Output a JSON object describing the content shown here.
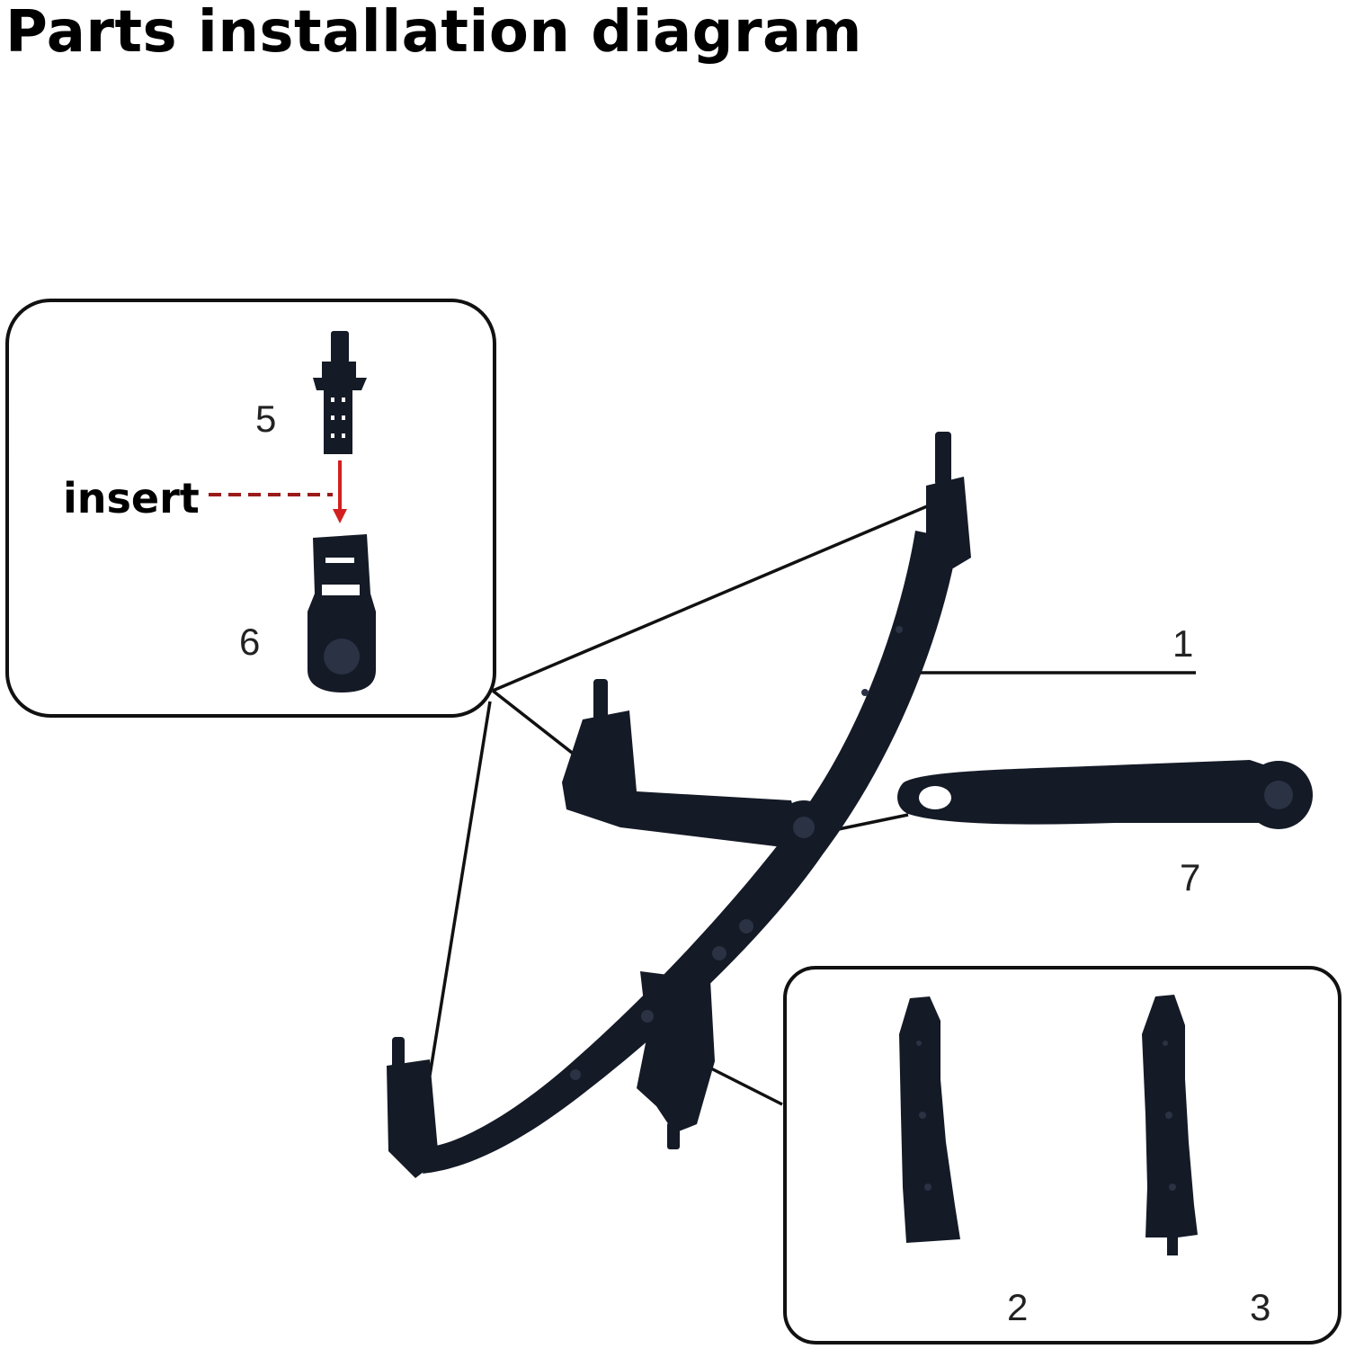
{
  "title": "Parts installation diagram",
  "callout": {
    "insert_label": "insert"
  },
  "part_labels": {
    "p1": "1",
    "p2": "2",
    "p3": "3",
    "p5": "5",
    "p6": "6",
    "p7": "7"
  },
  "colors": {
    "part": "#141a26",
    "part_highlight": "#2a3244",
    "arrow": "#d31f1f",
    "dashed": "#9b1a1a",
    "leader": "#111111",
    "frame": "#111111"
  }
}
